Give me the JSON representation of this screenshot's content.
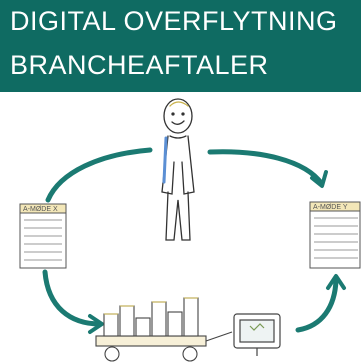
{
  "header": {
    "title_line1": "DIGITAL OVERFLYTNING",
    "title_line2": "BRANCHEAFTALER"
  },
  "diagram": {
    "left_calendar_label": "A-MØDE X",
    "right_calendar_label": "A-MØDE Y"
  },
  "colors": {
    "background": "#0f6b62",
    "arrow": "#1b7a72",
    "panel": "#ffffff"
  }
}
